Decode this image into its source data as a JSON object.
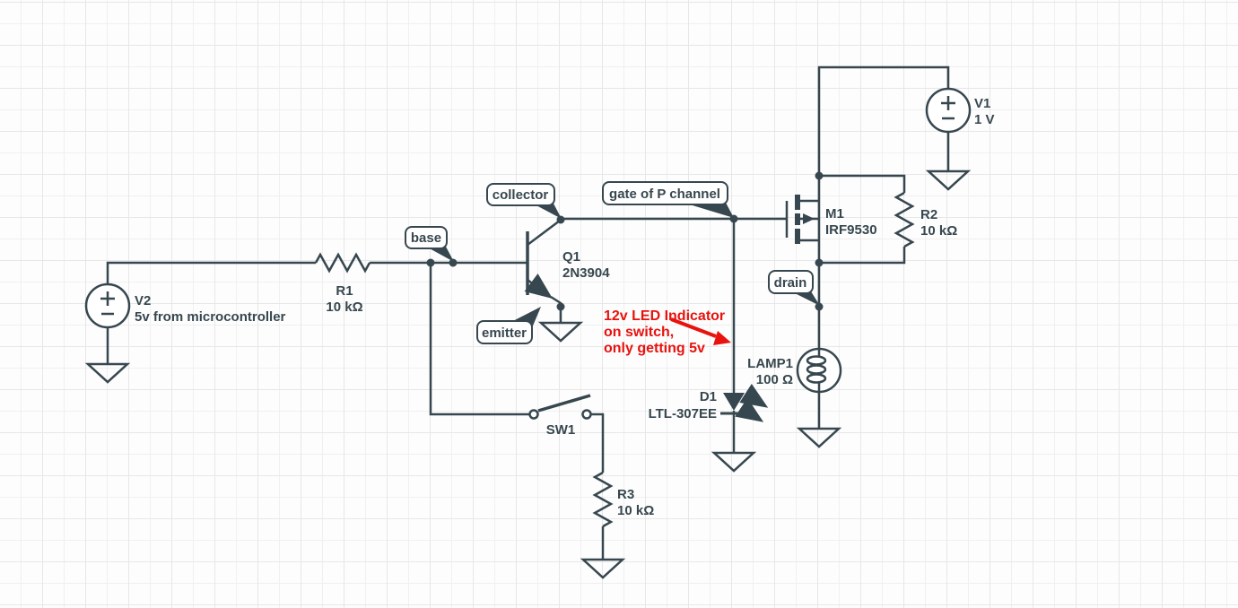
{
  "canvas": {
    "grid_size": 24,
    "stroke_color": "#37474f",
    "annotation_color": "#e8120e"
  },
  "components": {
    "v1": {
      "name": "V1",
      "value": "1 V"
    },
    "v2": {
      "name": "V2",
      "value": "5v from microcontroller"
    },
    "r1": {
      "name": "R1",
      "value": "10 kΩ"
    },
    "r2": {
      "name": "R2",
      "value": "10 kΩ"
    },
    "r3": {
      "name": "R3",
      "value": "10 kΩ"
    },
    "q1": {
      "name": "Q1",
      "value": "2N3904"
    },
    "m1": {
      "name": "M1",
      "value": "IRF9530"
    },
    "d1": {
      "name": "D1",
      "value": "LTL-307EE"
    },
    "lamp1": {
      "name": "LAMP1",
      "value": "100 Ω"
    },
    "sw1": {
      "name": "SW1"
    }
  },
  "callouts": {
    "collector": "collector",
    "base": "base",
    "emitter": "emitter",
    "gate_of_p_channel": "gate of P channel",
    "drain": "drain"
  },
  "annotation": {
    "line1": "12v LED Indicator",
    "line2": "on switch,",
    "line3": "only getting 5v"
  }
}
